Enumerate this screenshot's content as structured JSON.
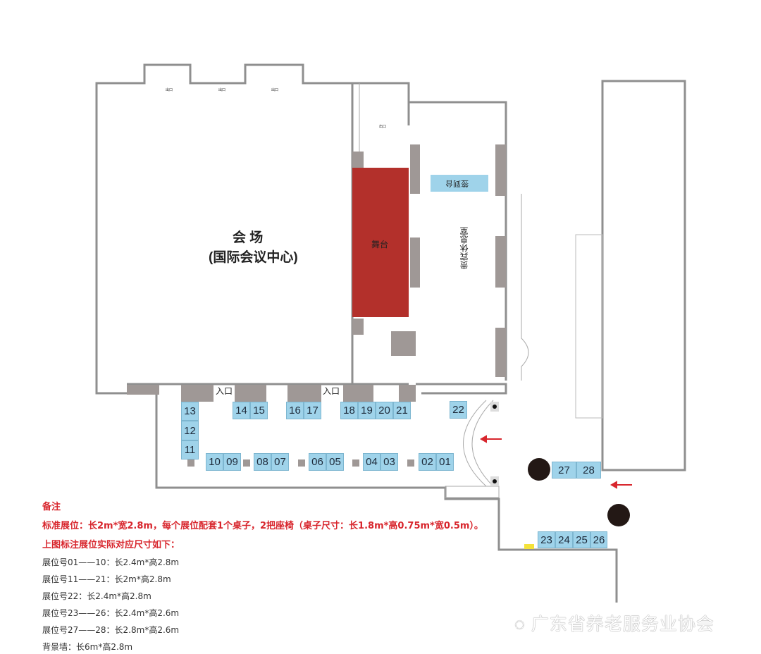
{
  "hall": {
    "title": "会 场",
    "subtitle": "(国际会议中心)"
  },
  "stage_label": "舞台",
  "vip_room": "贵宾休息室",
  "sign_desk": "签到台",
  "entrances": [
    "入口",
    "入口"
  ],
  "exits": [
    "出口",
    "出口",
    "出口",
    "出口"
  ],
  "booths": {
    "left_column": [
      "13",
      "12",
      "11"
    ],
    "top_row": [
      "14",
      "15",
      "16",
      "17",
      "18",
      "19",
      "20",
      "21",
      "22"
    ],
    "bottom_row": [
      "10",
      "09",
      "08",
      "07",
      "06",
      "05",
      "04",
      "03",
      "02",
      "01"
    ],
    "right_pair": [
      "27",
      "28"
    ],
    "lower_right": [
      "23",
      "24",
      "25",
      "26"
    ]
  },
  "notes": {
    "heading": "备注",
    "standard": "标准展位：长2m*宽2.8m，每个展位配套1个桌子，2把座椅（桌子尺寸：长1.8m*高0.75m*宽0.5m）。",
    "subheading": "上图标注展位实际对应尺寸如下：",
    "sizes": [
      "展位号01——10：长2.4m*高2.8m",
      "展位号11——21：长2m*高2.8m",
      "展位号22：长2.4m*高2.8m",
      "展位号23——26：长2.4m*高2.6m",
      "展位号27——28：长2.8m*高2.6m",
      "背景墙：长6m*高2.8m"
    ]
  },
  "watermark": "广东省养老服务业协会",
  "colors": {
    "stage": "#b3302b",
    "booth": "#9fd3ea",
    "wall": "#8f8f8f",
    "accent": "#d8262d"
  }
}
